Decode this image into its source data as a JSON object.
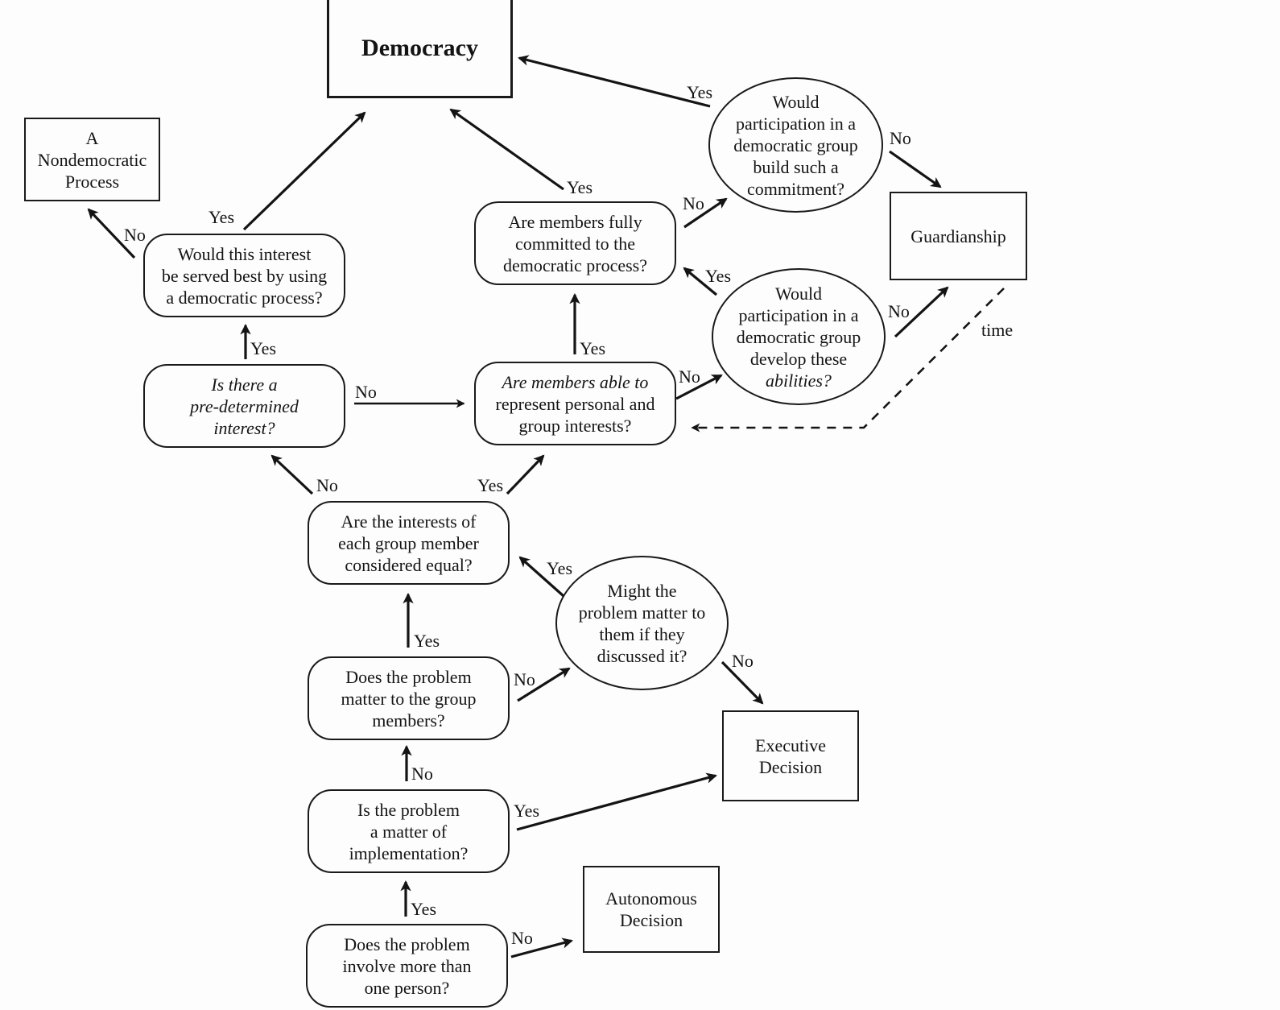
{
  "nodes": {
    "democracy": "Democracy",
    "nondemocratic": "A\nNondemocratic\nProcess",
    "guardianship": "Guardianship",
    "executive": "Executive\nDecision",
    "autonomous": "Autonomous\nDecision",
    "q_served": "Would this interest\nbe served best by using\na democratic process?",
    "q_predetermined": "Is there a\npre-determined\ninterest?",
    "q_committed": "Are members fully\ncommitted to the\ndemocratic process?",
    "q_able": "Are members able to\nrepresent personal and\ngroup interests?",
    "q_build": "Would\nparticipation in a\ndemocratic group\nbuild such a\ncommitment?",
    "q_develop": "Would\nparticipation in a\ndemocratic group\ndevelop these\nabilities?",
    "q_equal": "Are the interests of\neach group member\nconsidered equal?",
    "q_might": "Might the\nproblem matter to\nthem if they\ndiscussed it?",
    "q_matter": "Does the problem\nmatter to the group\nmembers?",
    "q_implementation": "Is the problem\na matter of\nimplementation?",
    "q_involve": "Does the problem\ninvolve more than\none person?"
  },
  "labels": {
    "yes": "Yes",
    "no": "No",
    "time": "time"
  }
}
